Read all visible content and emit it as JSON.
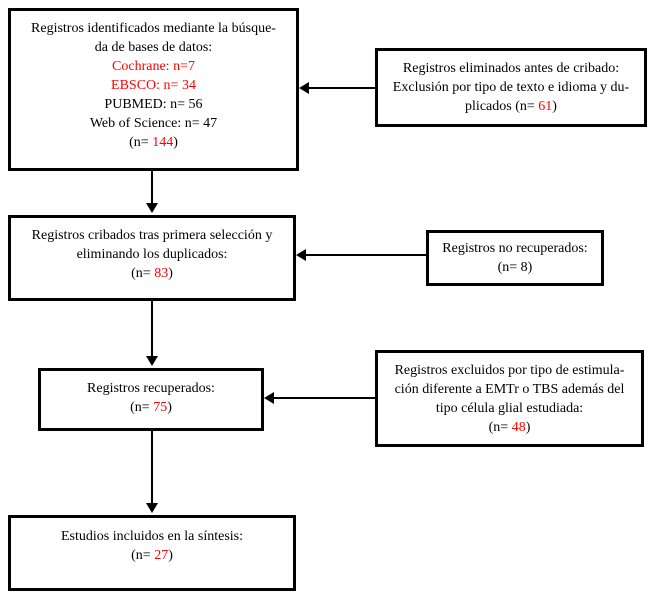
{
  "colors": {
    "highlight": "#ff0000",
    "text": "#000000",
    "border": "#000000",
    "background": "#ffffff"
  },
  "boxes": {
    "identified": {
      "lines": [
        "Registros identificados  mediante la búsque-",
        "da de bases de datos:"
      ],
      "sources": [
        {
          "label": "Cochrane: n=7",
          "highlighted": true
        },
        {
          "label": "EBSCO: n= 34",
          "highlighted": true
        },
        {
          "label": "PUBMED: n= 56",
          "highlighted": false
        },
        {
          "label": "Web of Science: n= 47",
          "highlighted": false
        }
      ],
      "count": {
        "prefix": "(n= ",
        "value": "144",
        "suffix": ")"
      }
    },
    "removed_before_screening": {
      "lines": [
        "Registros eliminados antes de cribado:",
        "Exclusión por tipo de texto e idioma y du-"
      ],
      "last_line": {
        "prefix": "plicados (n= ",
        "value": "61",
        "suffix": ")"
      }
    },
    "screened": {
      "lines": [
        "Registros cribados tras primera selección y",
        "eliminando los duplicados:"
      ],
      "count": {
        "prefix": "(n= ",
        "value": "83",
        "suffix": ")"
      }
    },
    "not_retrieved": {
      "lines": [
        "Registros no recuperados:",
        "(n= 8)"
      ]
    },
    "retrieved": {
      "lines": [
        "Registros recuperados:"
      ],
      "count": {
        "prefix": "(n= ",
        "value": "75",
        "suffix": ")"
      }
    },
    "excluded": {
      "lines": [
        "Registros excluidos por tipo de estimula-",
        "ción diferente a EMTr o TBS además del",
        "tipo célula glial estudiada:"
      ],
      "count": {
        "prefix": "(n= ",
        "value": "48",
        "suffix": ")"
      }
    },
    "included": {
      "lines": [
        "Estudios incluidos en la síntesis:"
      ],
      "count": {
        "prefix": "(n= ",
        "value": "27",
        "suffix": ")"
      }
    }
  }
}
